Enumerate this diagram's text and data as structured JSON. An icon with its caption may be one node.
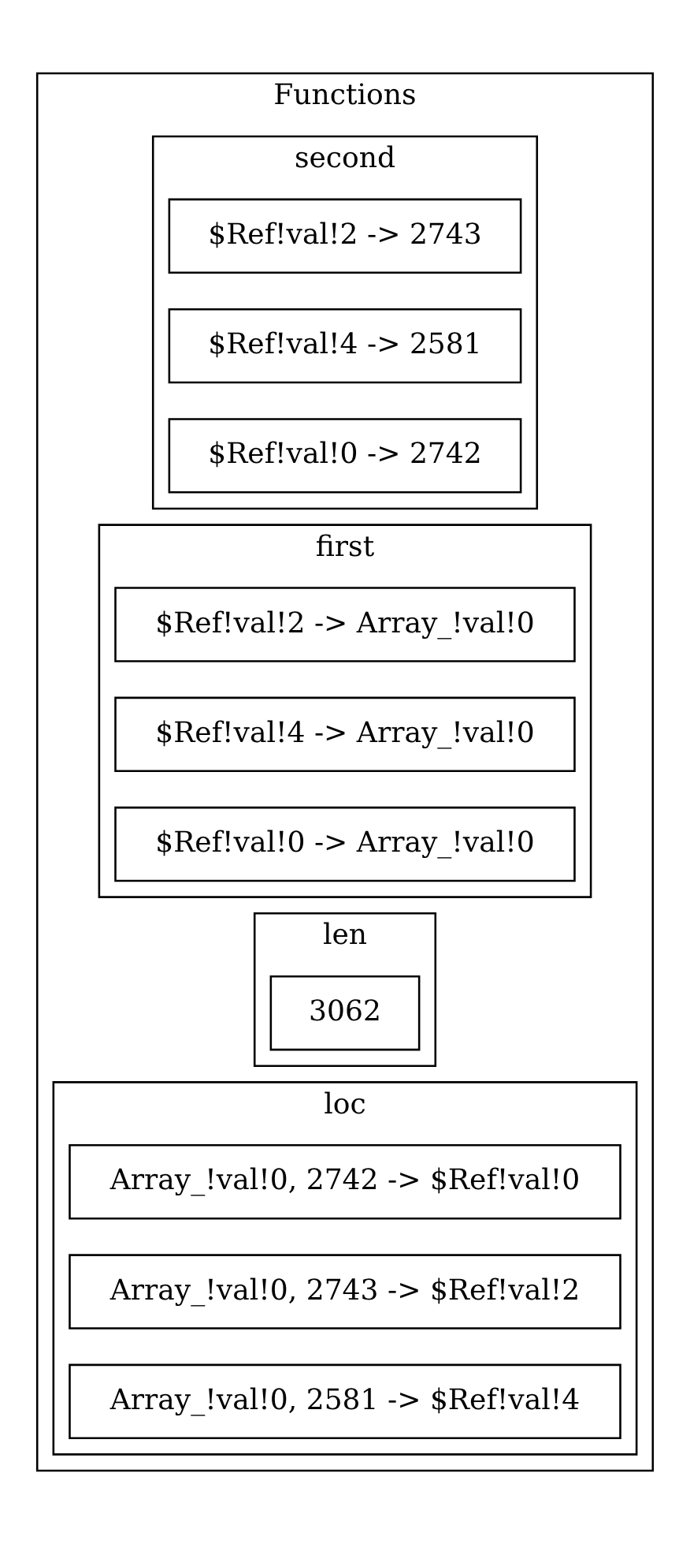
{
  "diagram": {
    "nodes": [
      {
        "text": [
          "Functions"
        ]
      },
      {
        "text": [
          "second"
        ],
        "in": 0
      },
      {
        "text": [
          "$Ref!val!2 -> 2743"
        ],
        "in": 1
      },
      {
        "text": [
          "$Ref!val!4 -> 2581"
        ],
        "in": 1
      },
      {
        "text": [
          "$Ref!val!0 -> 2742"
        ],
        "in": 1
      },
      {
        "text": [
          "first"
        ],
        "in": 0
      },
      {
        "text": [
          "$Ref!val!2 -> Array_!val!0"
        ],
        "in": 5
      },
      {
        "text": [
          "$Ref!val!4 -> Array_!val!0"
        ],
        "in": 5
      },
      {
        "text": [
          "$Ref!val!0 -> Array_!val!0"
        ],
        "in": 5
      },
      {
        "text": [
          "len"
        ],
        "in": 0
      },
      {
        "text": [
          "3062"
        ],
        "in": 9
      },
      {
        "text": [
          "loc"
        ],
        "in": 0
      },
      {
        "text": [
          "Array_!val!0, 2742 -> $Ref!val!0"
        ],
        "in": 11
      },
      {
        "text": [
          "Array_!val!0, 2743 -> $Ref!val!2"
        ],
        "in": 11
      },
      {
        "text": [
          "Array_!val!0, 2581 -> $Ref!val!4"
        ],
        "in": 11
      }
    ]
  }
}
